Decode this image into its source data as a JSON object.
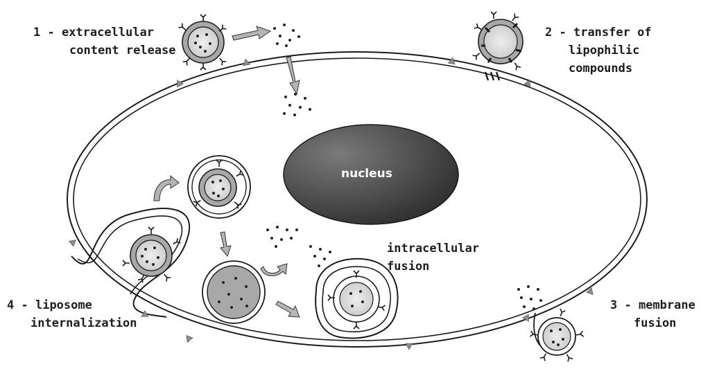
{
  "labels": {
    "extracellular_release": {
      "number": "1 -",
      "line1": "extracellular",
      "line2": "content release"
    },
    "lipophilic_transfer": {
      "number": "2 -",
      "line1": "transfer of",
      "line2": "lipophilic",
      "line3": "compounds"
    },
    "membrane_fusion": {
      "number": "3 -",
      "line1": "membrane",
      "line2": "fusion"
    },
    "internalization": {
      "number": "4 -",
      "line1": "liposome",
      "line2": "internalization"
    },
    "intracellular_fusion": {
      "line1": "intracellular",
      "line2": "fusion"
    },
    "nucleus": "nucleus"
  },
  "colors": {
    "outline": "#1a1a1a",
    "liposome_shell": "#a8a8a8",
    "liposome_core": "#d8d8d8",
    "membrane_marker": "#8c8c8c",
    "nucleus_light": "#7a7a7a",
    "nucleus_dark": "#2c2c2c",
    "arrow_fill": "#b4b4b4"
  }
}
